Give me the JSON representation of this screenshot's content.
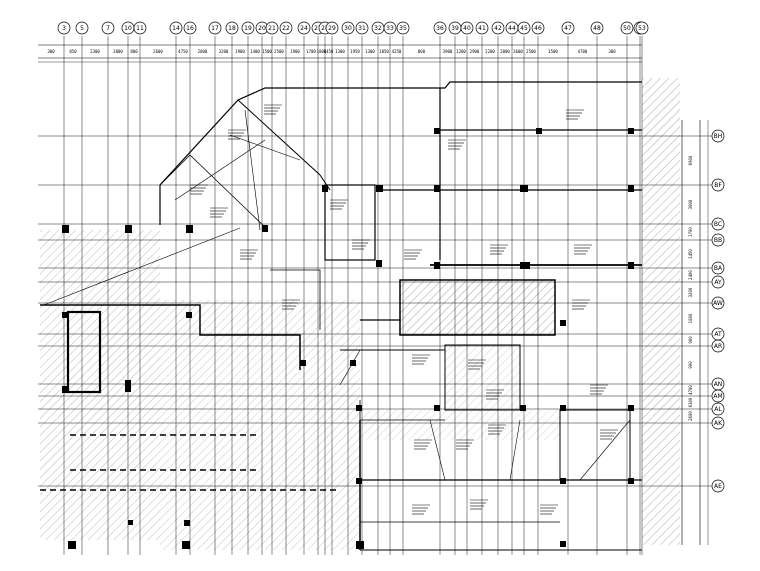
{
  "column_grid": {
    "labels": [
      "3",
      "5",
      "7",
      "10",
      "11",
      "14",
      "16",
      "17",
      "18",
      "19",
      "20",
      "21",
      "22",
      "24",
      "27",
      "28",
      "29",
      "30",
      "31",
      "32",
      "33",
      "35",
      "36",
      "39",
      "40",
      "41",
      "42",
      "44",
      "45",
      "46",
      "47",
      "48",
      "50",
      "52",
      "53"
    ]
  },
  "row_grid": {
    "labels": [
      "BH",
      "BF",
      "BC",
      "BB",
      "BA",
      "AY",
      "AW",
      "AT",
      "AR",
      "AN",
      "AM",
      "AL",
      "AK",
      "AE"
    ]
  },
  "top_dimensions": {
    "values": [
      "300",
      "850",
      "2300",
      "3800",
      "800",
      "2600",
      "4750",
      "2800",
      "3200",
      "1900",
      "1400",
      "1500",
      "2500",
      "1900",
      "1700",
      "1800",
      "1450",
      "1300",
      "1950",
      "1300",
      "1850",
      "4250",
      "800",
      "3900",
      "1200",
      "2900",
      "2200",
      "2000",
      "3600",
      "2500",
      "3500",
      "4700",
      "300"
    ]
  },
  "right_dimensions": {
    "values": [
      "6900",
      "3900",
      "1700",
      "1450",
      "2400",
      "3200",
      "1000",
      "900",
      "900",
      "4700",
      "6300",
      "2600"
    ]
  }
}
